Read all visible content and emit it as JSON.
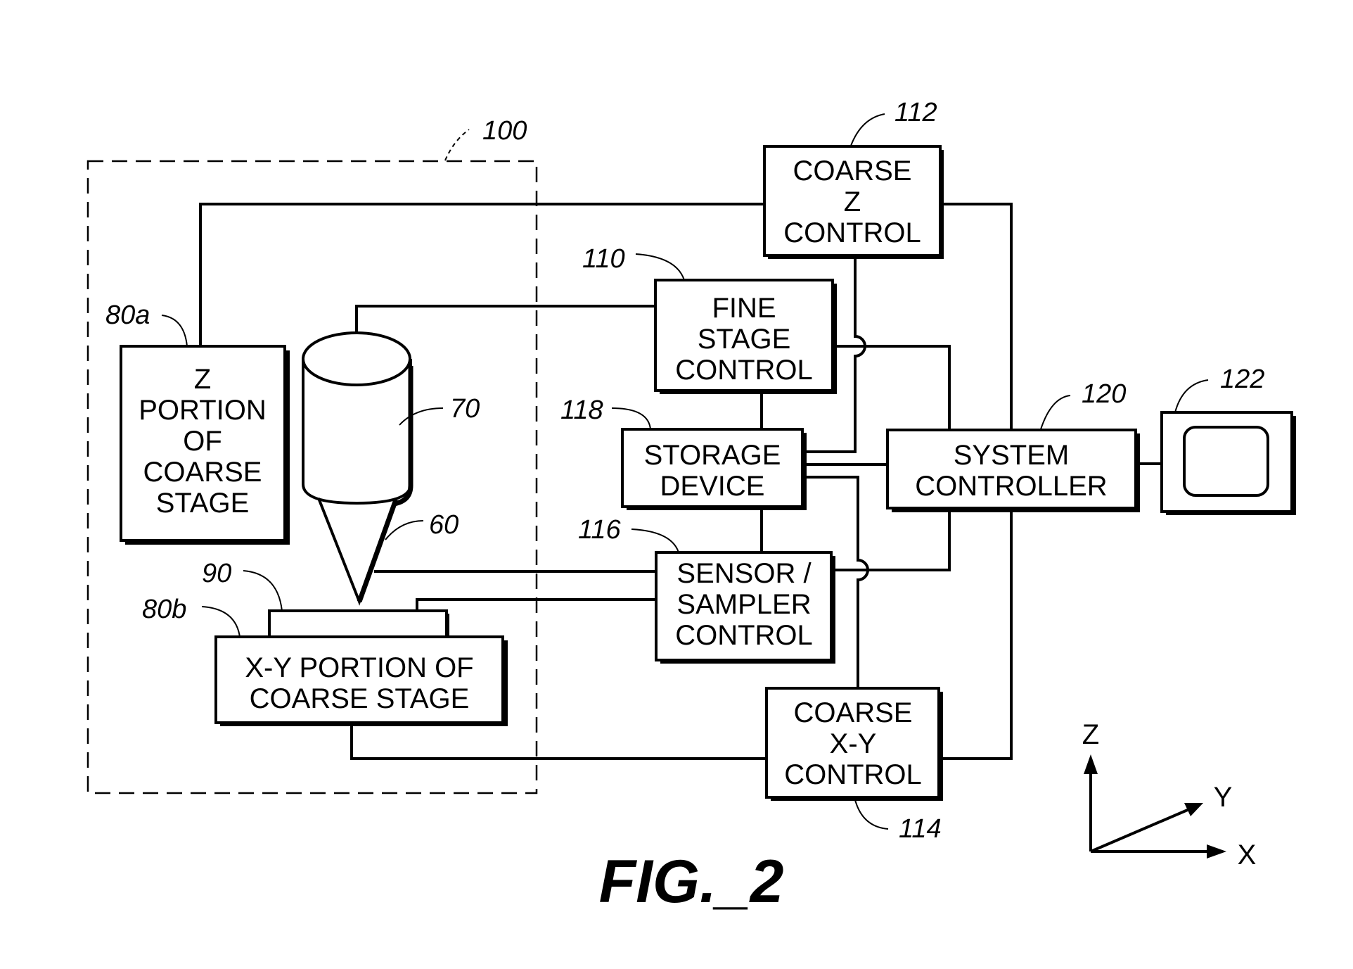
{
  "figure": {
    "caption": "FIG._2",
    "assembly_ref": "100"
  },
  "blocks": {
    "z_stage": {
      "ref": "80a",
      "lines": [
        "Z",
        "PORTION",
        "OF",
        "COARSE",
        "STAGE"
      ]
    },
    "xy_stage": {
      "ref": "80b",
      "lines": [
        "X-Y PORTION OF",
        "COARSE STAGE"
      ]
    },
    "sample": {
      "ref": "90"
    },
    "probe_body": {
      "ref": "70"
    },
    "probe_tip": {
      "ref": "60"
    },
    "fine_stage_control": {
      "ref": "110",
      "lines": [
        "FINE",
        "STAGE",
        "CONTROL"
      ]
    },
    "coarse_z_control": {
      "ref": "112",
      "lines": [
        "COARSE",
        "Z",
        "CONTROL"
      ]
    },
    "coarse_xy_control": {
      "ref": "114",
      "lines": [
        "COARSE",
        "X-Y",
        "CONTROL"
      ]
    },
    "sensor_sampler_control": {
      "ref": "116",
      "lines": [
        "SENSOR /",
        "SAMPLER",
        "CONTROL"
      ]
    },
    "storage_device": {
      "ref": "118",
      "lines": [
        "STORAGE",
        "DEVICE"
      ]
    },
    "system_controller": {
      "ref": "120",
      "lines": [
        "SYSTEM",
        "CONTROLLER"
      ]
    },
    "display": {
      "ref": "122"
    }
  },
  "axes": {
    "z": "Z",
    "y": "Y",
    "x": "X"
  }
}
